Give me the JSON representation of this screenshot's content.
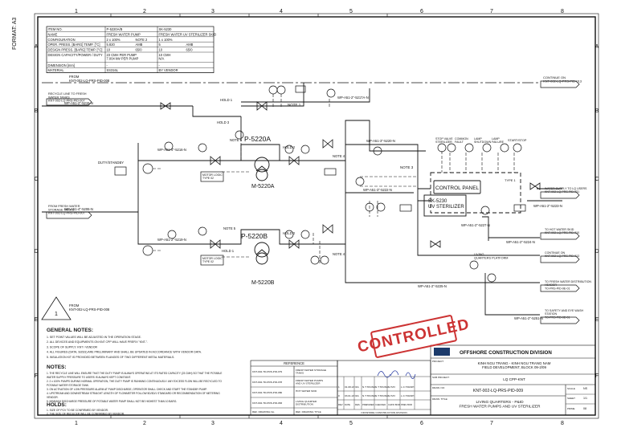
{
  "sheet": {
    "format": "FORMAT: A3",
    "cols": [
      "1",
      "2",
      "3",
      "4",
      "5",
      "6",
      "7",
      "8"
    ],
    "rows": [
      "A",
      "B",
      "C",
      "D",
      "E",
      "F"
    ]
  },
  "datasheet": {
    "rows": [
      [
        "ITEM NO.",
        "P-5220A/B",
        "",
        "SK-5230",
        ""
      ],
      [
        "NAME",
        "FRESH WATER PUMP",
        "",
        "FRESH WATER UV STERILIZER SKID",
        ""
      ],
      [
        "CONFIGURATION",
        "2 x 100%",
        "NOTE 2",
        "1 x 100%",
        ""
      ],
      [
        "OPER. PRESS. [BARG]  TEMP. [°C]",
        "5.820",
        "AMB",
        "5",
        "AMB"
      ],
      [
        "DESIGN PRESS. [BARG]  TEMP. [°C]",
        "10",
        "65/0",
        "10",
        "65/0"
      ],
      [
        "DESIGN CAPACITY/POWER / DUTY",
        "23 CMH PER PUMP\n7.004 kW PER PUMP",
        "",
        "10 CMH\nN/A",
        ""
      ],
      [
        "DIMENSION [mm]",
        "-",
        "",
        "-",
        ""
      ],
      [
        "MATERIAL",
        "SS316L",
        "",
        "BY VENDOR",
        ""
      ]
    ]
  },
  "labels": {
    "from_top": "FROM\nKNT-002-LQ-PRS-PID-008",
    "recycle": "RECYCLE LINE TO FRESH\nWATER TANKS\nKNT-002-LQ-PRS-PID-007",
    "continue_top": "CONTINUE ON\nKNT-002-LQ-PRS-PID-013",
    "from_storage": "FROM FRESH WATER\nSTORAGE TANKS\nKNT-002-LQ-PRS-PID-007",
    "from_bottom": "FROM\nKNT-002-LQ-PRS-PID-008",
    "duty_standby": "DUTY/STANDBY",
    "pump_a": "P-5220A",
    "pump_b": "P-5220B",
    "motor_a": "M-5220A",
    "motor_b": "M-5220B",
    "motor_logic": "MOTOR LOGIC\nTYPE 02",
    "control_panel": "CONTROL PANEL",
    "uv_skid": "SK-5230\nUV STERILIZER",
    "note1": "NOTE 1",
    "note3": "NOTE 3",
    "note4": "NOTE 4",
    "note5": "NOTE 5",
    "hold1": "HOLD 1",
    "hold2": "HOLD 2",
    "hold3": "HOLD 3",
    "line_top": "WP-A51-2\"-5217A-N",
    "line_recycle": "WP-A51-2\"-5215-N",
    "line_suction": "WP-A51-4\"-5206-N",
    "line_disch_a": "WP-A51-4\"-5216-N",
    "line_disch_b": "WP-A51-2\"-5219-N",
    "line_uv_in": "WP-A51-3\"-5220-N",
    "line_uv_a": "WP-A51-3\"-5222-N",
    "line_uv_out": "WP-A51-2\"-5223-N",
    "line_hot": "WP-A51-2\"-5224-N",
    "line_bottom": "WP-A51-2\"-5225-N",
    "line_bot2": "WP-A51-2\"-5251-N",
    "line_5227": "WP-A51-2\"-5227-N",
    "to_supply": "WATER SUPPLY TO LQ USERS\nKNT-002-LQ-PRS-PID-031",
    "to_hot": "TO HOT WATER SKID\nKNT-002-LQ-PRS-PID-010",
    "continue_mid": "CONTINUE ON\nKNT-002-LQ-PRS-PID-013",
    "to_distrib": "TO FRESH WATER DISTRIBUTION\nHEADER\nTO-PRS-PID-9E-01",
    "to_safety": "TO SAFETY AND EYE WASH\nSTATION\nTO-PRS-PID-9E-01",
    "lq_platform": "LIVING\nQUARTERS PLATFORM",
    "stop": "STOP VALVE\nSTERILIZER",
    "common": "COMMON\nFAULT",
    "lamp": "LAMP\nSHUTDOWN",
    "lamp_fail": "LAMP\nFAILURE",
    "startstop": "START/STOP",
    "type1": "TYPE 1",
    "revision_flag": "1"
  },
  "general_notes": {
    "title": "GENERAL NOTES:",
    "items": [
      "1. SET POINT VALUES WILL BE ADJUSTED IN THE OPERATION STAGE.",
      "2. ALL DEVICES AND EQUIPMENTS ON KNT CPP WILL HAVE PREFIX \"KNT-\".",
      "3. SCOPE OF SUPPLY:  KNT / VENDOR",
      "4. ALL FIGURES (DATA, SIZES) ARE PRELIMINARY AND SHALL BE UPDATED IN ACCORDANCE WITH VENDOR DATA.",
      "5. INSULATION KIT IS PROVIDED BETWEEN FLANGES OF TWO DIFFERENT METAL MATERIALS."
    ]
  },
  "notes": {
    "title": "NOTES:",
    "items": [
      "1. THE RECYCLE LINE WILL ENSURE THAT THE DUTY PUMP IS ALWAYS OPERATING AT ITS RATED CAPACITY (23 CMH) SO THAT THE POTABLE",
      "   WATER SUPPLY PRESSURE TO USERS IS ALWAYS KEPT CONSTANT.",
      "2. 2 x 100% PUMPS DURING NORMAL OPERATION, THE DUTY PUMP IS RUNNING CONTINUOUSLY. ANY EXCESS FLOW WILL BE RECYCLED TO",
      "   POTABLE WATER STORAGE TANK.",
      "3. ON ACTIVATION OF LOW PRESSURE ALARM AT PUMP DISCHARGE, OPERATOR SHALL CHECK AND START THE STANDBY PUMP.",
      "4. UPSTREAM AND DOWNSTREAM STRAIGHT LENGTH OF FLOWMETER FOLLOW 5D/3D/1 STANDARD OR RECOMMENDATION OF METERING",
      "   VENDOR.",
      "5. MINIMUM DISCHARGE PRESSURE OF POTABLE WATER PUMP SHALL NOT BE HIGHEST THAN  10 BARG."
    ]
  },
  "holds": {
    "title": "HOLDS:",
    "items": [
      "1. SIZE OF PCV TO BE CONFIRMED BY VENDOR.",
      "2. THE SIZE OF REDUCER WILL BE CONFIRMED BY VENDOR."
    ]
  },
  "stamp": "CONTROLLED",
  "reference": {
    "title": "REFERENCE",
    "rows": [
      [
        "KNT-002-TD-PRS-PID-079",
        "FRESH WATER STORAGE\nTANKS"
      ],
      [
        "KNT-002-TD-PRS-PID-078",
        "FRESH WATER PUMPS\nAND UV STERILIZER"
      ],
      [
        "KNT-002-TD-PRS-PID-080",
        "HOT WATER SKID"
      ],
      [
        "KNT-002-TD-PRS-PID-083",
        "LIVING QUARTER\nDISTRIBUTION"
      ]
    ],
    "foot": [
      "REF. DRAWING No.",
      "REF. DRAWING TITLE"
    ]
  },
  "revisions": {
    "rows": [
      [
        "1",
        "01.08.23",
        "IFA",
        "N.T.TRUNG",
        "N.T.TRUNG",
        "N.HAY",
        "L.C.TRANH"
      ],
      [
        "0",
        "03.01.23",
        "IFA",
        "N.T.TRUNG",
        "N.T.TRUNG",
        "N.HAY",
        "L.C.TRANH"
      ]
    ],
    "head": [
      "REV",
      "DATE",
      "DES.",
      "PREPARED",
      "CHECKED",
      "CHK'D BOR",
      "PREV BOR"
    ],
    "company": "OFFSHORE CONSTRUCTION DIVISION"
  },
  "titleblock": {
    "division": "OFFSHORE CONSTRUCTION DIVISION",
    "project_label": "PROJECT:",
    "project": "KINH NGU TRANG - KINH NGU TRANG NAM\nFIELD DEVELOPMENT, BLOCK 09-2/09",
    "subproject_label": "SUB PROJECT:",
    "subproject": "LQ CPP-KNT",
    "drawing_no_label": "DRAW. NO:",
    "drawing_no": "KNT-002-LQ-PRS-PID-009",
    "title_label": "DRAW. TITLE:",
    "title": "LIVING QUARTERS - P&ID\nFRESH WATER PUMPS AND UV STERILIZER",
    "scale_label": "SCALE",
    "scale": "NS",
    "sheet_label": "SHEET",
    "sheet": "1/1",
    "rev_label": "PRIME",
    "rev": "08"
  }
}
